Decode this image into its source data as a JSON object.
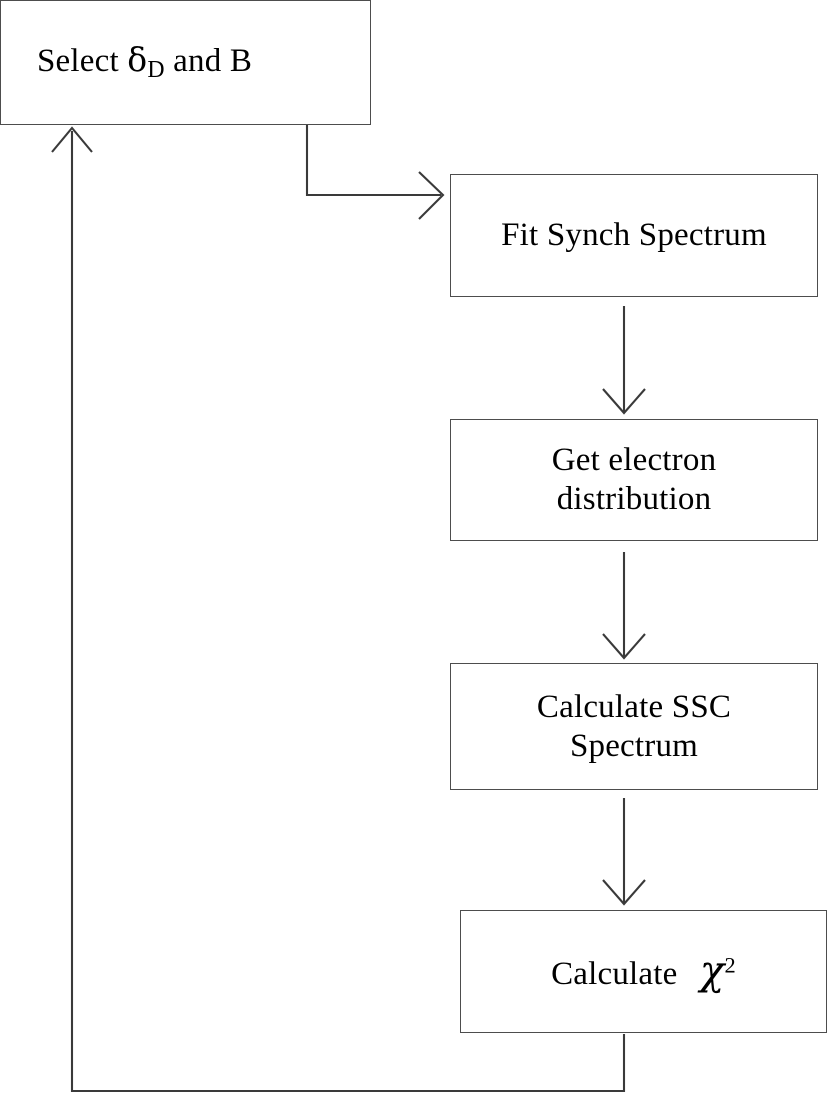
{
  "diagram": {
    "title": "SSC model fitting iteration flowchart",
    "type": "flowchart",
    "background_color": "#ffffff",
    "line_color": "#3a3a3a",
    "box_border_color": "#4d4d4d",
    "text_color": "#000000",
    "nodes": [
      {
        "id": "select",
        "label": "Select δD and B",
        "label_plain": "Select delta_D and B",
        "text_before_symbol": "Select ",
        "symbol": "δ",
        "symbol_subscript": "D",
        "text_after_symbol": " and B"
      },
      {
        "id": "fit",
        "label": "Fit Synch Spectrum"
      },
      {
        "id": "getdist",
        "label": "Get electron\ndistribution",
        "line1": "Get electron",
        "line2": "distribution"
      },
      {
        "id": "ssc",
        "label": "Calculate SSC\nSpectrum",
        "line1": "Calculate SSC",
        "line2": "Spectrum"
      },
      {
        "id": "chisq",
        "label": "Calculate χ²",
        "text_before_symbol": "Calculate ",
        "symbol": "χ",
        "symbol_superscript": "2"
      }
    ],
    "edges": [
      {
        "id": "select-to-fit",
        "from": "select",
        "to": "fit",
        "style": "elbow-right",
        "arrow": "right"
      },
      {
        "id": "fit-to-getdist",
        "from": "fit",
        "to": "getdist",
        "style": "straight",
        "arrow": "down"
      },
      {
        "id": "getdist-to-ssc",
        "from": "getdist",
        "to": "ssc",
        "style": "straight",
        "arrow": "down"
      },
      {
        "id": "ssc-to-chisq",
        "from": "ssc",
        "to": "chisq",
        "style": "straight",
        "arrow": "down"
      },
      {
        "id": "chisq-to-select",
        "from": "chisq",
        "to": "select",
        "style": "feedback-loop",
        "arrow": "up"
      }
    ]
  }
}
